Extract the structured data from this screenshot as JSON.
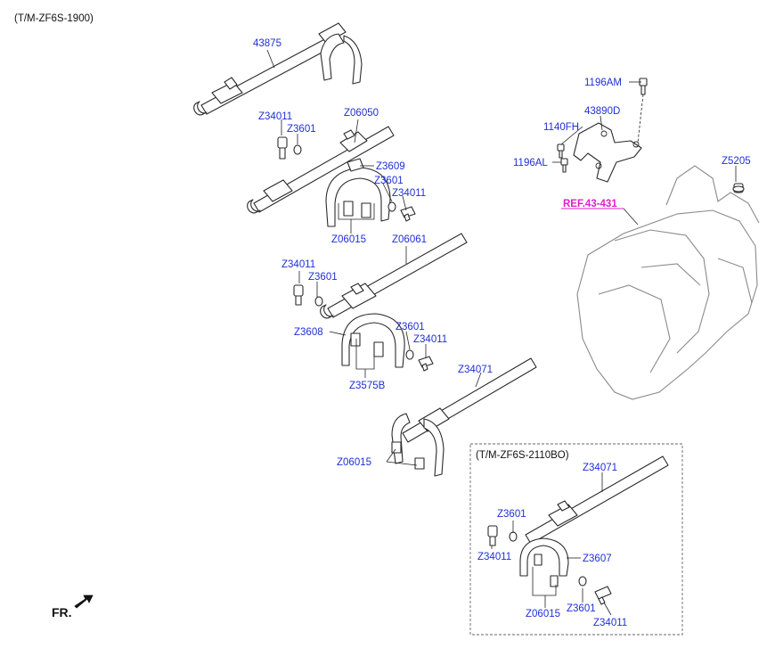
{
  "diagram_title": "(T/M-ZF6S-1900)",
  "variant_box_title": "(T/M-ZF6S-2110BO)",
  "reference_label": "REF.43-431",
  "front_label": "FR.",
  "colors": {
    "part_label": "#1f2fd6",
    "reference_label": "#e21fc7",
    "line": "#2a2a2a"
  },
  "labels": {
    "l_43875": "43875",
    "l_z34011_a": "Z34011",
    "l_z3601_a": "Z3601",
    "l_z06050": "Z06050",
    "l_z3609": "Z3609",
    "l_z3601_b": "Z3601",
    "l_z34011_b": "Z34011",
    "l_z06015_a": "Z06015",
    "l_z06061": "Z06061",
    "l_z34011_c": "Z34011",
    "l_z3601_c": "Z3601",
    "l_z3608": "Z3608",
    "l_z3601_d": "Z3601",
    "l_z34011_d": "Z34011",
    "l_z3575b": "Z3575B",
    "l_z34071_a": "Z34071",
    "l_z06015_b": "Z06015",
    "l_1196am": "1196AM",
    "l_43890d": "43890D",
    "l_1140fh": "1140FH",
    "l_1196al": "1196AL",
    "l_z5205": "Z5205",
    "l_z34071_b": "Z34071",
    "l_z3601_e": "Z3601",
    "l_z34011_e": "Z34011",
    "l_z3607": "Z3607",
    "l_z06015_c": "Z06015",
    "l_z3601_f": "Z3601",
    "l_z34011_f": "Z34011"
  },
  "icons": [
    "front-arrow-icon"
  ]
}
